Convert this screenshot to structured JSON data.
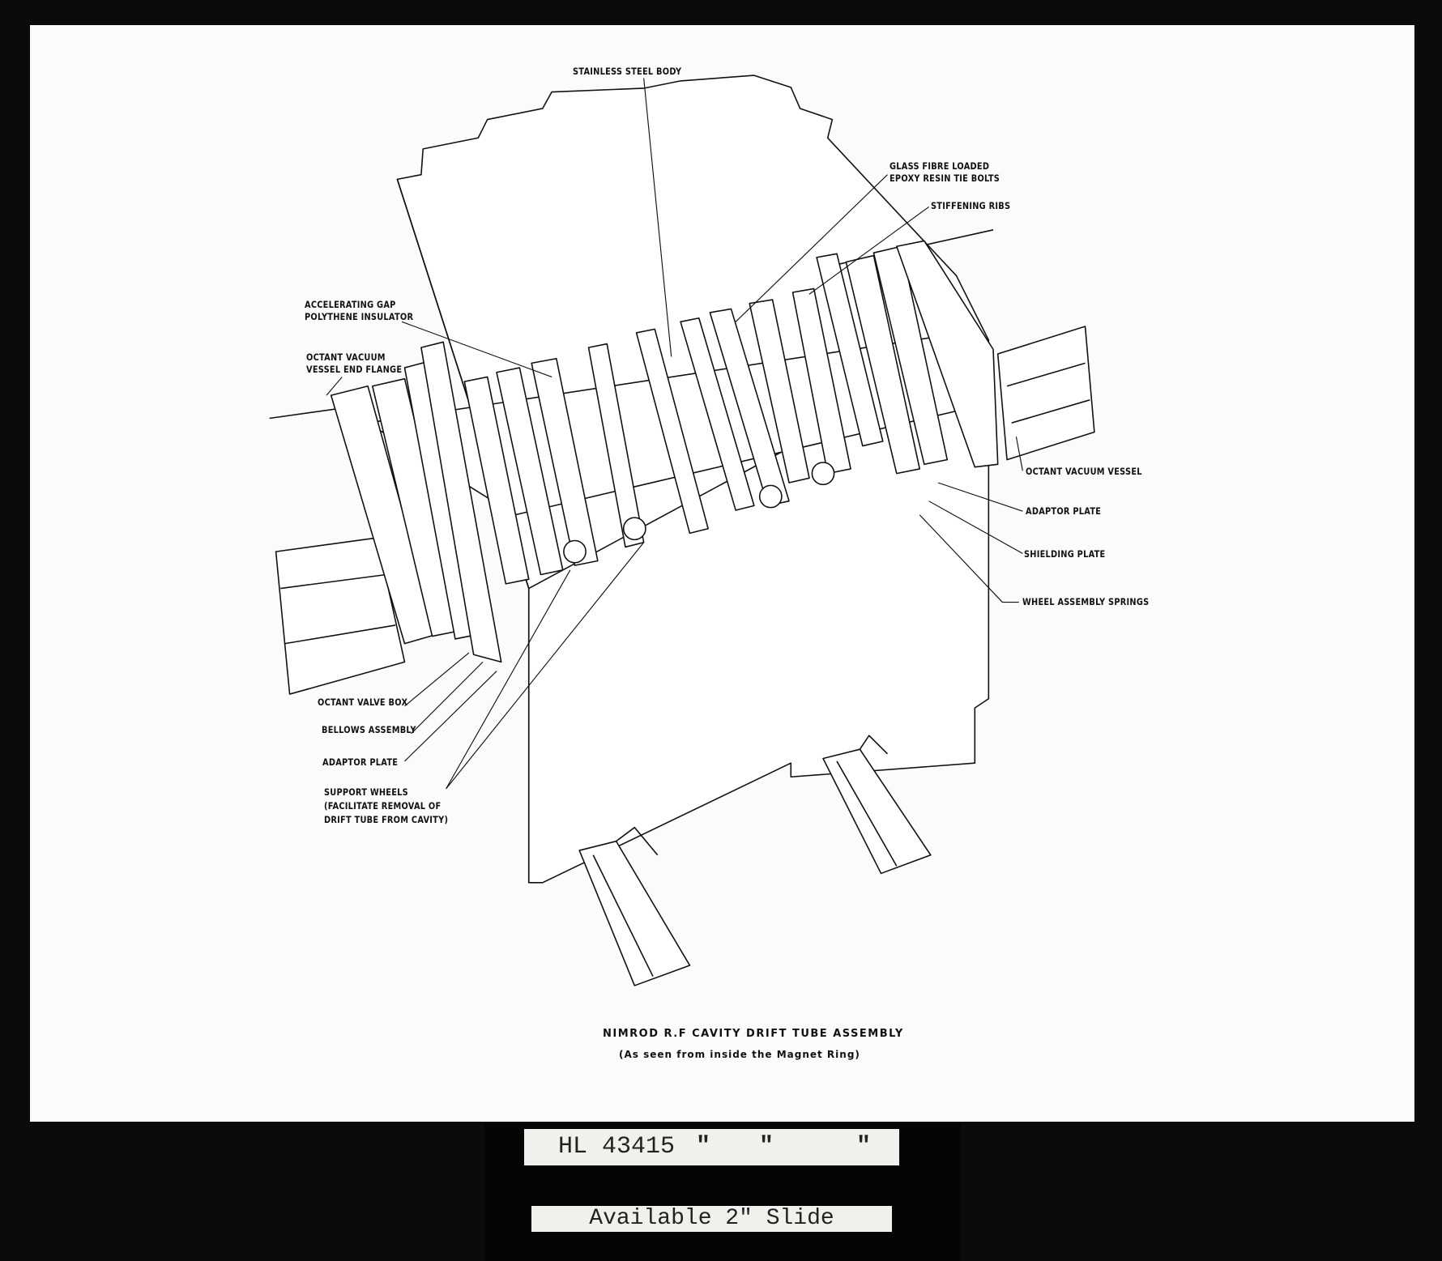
{
  "labels": {
    "stainless_steel_body": "STAINLESS STEEL BODY",
    "glass_fibre_1": "GLASS FIBRE LOADED",
    "glass_fibre_2": "EPOXY RESIN TIE BOLTS",
    "stiffening_ribs": "STIFFENING RIBS",
    "accel_gap_1": "ACCELERATING GAP",
    "accel_gap_2": "POLYTHENE INSULATOR",
    "end_flange_1": "OCTANT VACUUM",
    "end_flange_2": "VESSEL END FLANGE",
    "octant_vacuum_vessel": "OCTANT VACUUM VESSEL",
    "adaptor_plate_right": "ADAPTOR PLATE",
    "shielding_plate": "SHIELDING PLATE",
    "wheel_assembly_springs": "WHEEL ASSEMBLY SPRINGS",
    "octant_valve_box": "OCTANT VALVE BOX",
    "bellows_assembly": "BELLOWS ASSEMBLY",
    "adaptor_plate_left": "ADAPTOR PLATE",
    "support_wheels_1": "SUPPORT WHEELS",
    "support_wheels_2": "(FACILITATE REMOVAL OF",
    "support_wheels_3": "DRIFT TUBE FROM CAVITY)"
  },
  "caption": {
    "title": "NIMROD R.F CAVITY DRIFT TUBE ASSEMBLY",
    "subtitle": "(As seen from inside the Magnet Ring)"
  },
  "slide_labels": {
    "ref": "HL 43415",
    "ditto_1": "\"",
    "ditto_2": "\"",
    "ditto_3": "\"",
    "availability": "Available 2\" Slide"
  }
}
